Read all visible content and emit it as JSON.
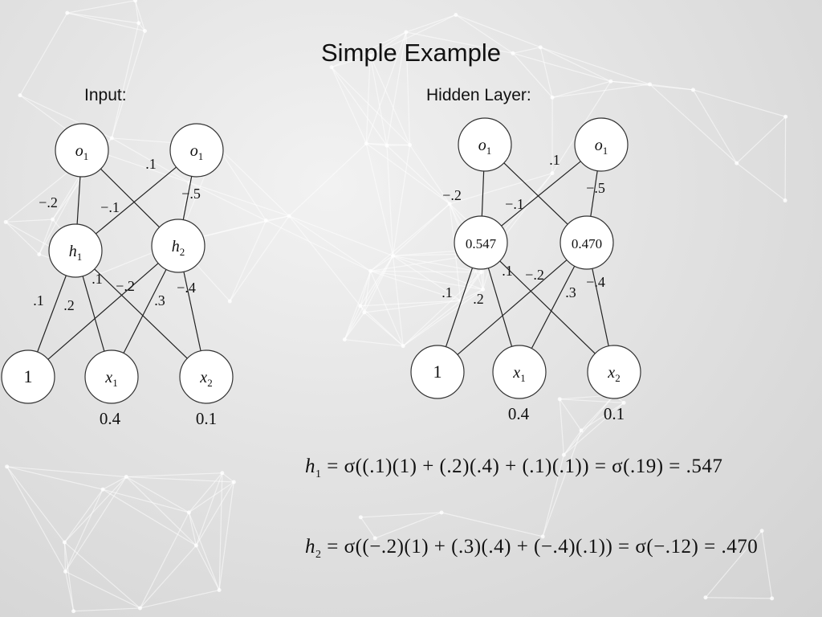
{
  "title": "Simple Example",
  "labels": {
    "input": "Input:",
    "hidden": "Hidden Layer:"
  },
  "left_network": {
    "outputs": [
      {
        "var": "o",
        "sub": "1"
      },
      {
        "var": "o",
        "sub": "1"
      }
    ],
    "hidden": [
      {
        "var": "h",
        "sub": "1"
      },
      {
        "var": "h",
        "sub": "2"
      }
    ],
    "inputs": [
      {
        "text": "1"
      },
      {
        "var": "x",
        "sub": "1"
      },
      {
        "var": "x",
        "sub": "2"
      }
    ],
    "input_values": [
      "0.4",
      "0.1"
    ],
    "weights": {
      "o1_h1": "−.2",
      "o1_h2": "−.1",
      "o2_h1": ".1",
      "o2_h2": "−.5",
      "h1_b": ".1",
      "h1_x1": ".2",
      "h1_x2": ".1",
      "h2_b": "−.2",
      "h2_x1": ".3",
      "h2_x2": "−.4"
    }
  },
  "right_network": {
    "outputs": [
      {
        "var": "o",
        "sub": "1"
      },
      {
        "var": "o",
        "sub": "1"
      }
    ],
    "hidden": [
      {
        "text": "0.547"
      },
      {
        "text": "0.470"
      }
    ],
    "inputs": [
      {
        "text": "1"
      },
      {
        "var": "x",
        "sub": "1"
      },
      {
        "var": "x",
        "sub": "2"
      }
    ],
    "input_values": [
      "0.4",
      "0.1"
    ],
    "weights": {
      "o1_h1": "−.2",
      "o1_h2": "−.1",
      "o2_h1": ".1",
      "o2_h2": "−.5",
      "h1_b": ".1",
      "h1_x1": ".2",
      "h1_x2": ".1",
      "h2_b": "−.2",
      "h2_x1": ".3",
      "h2_x2": "−.4"
    }
  },
  "equations": {
    "h1": {
      "lhs_var": "h",
      "lhs_sub": "1",
      "rhs": " = σ((.1)(1) + (.2)(.4) + (.1)(.1)) = σ(.19) = .547"
    },
    "h2": {
      "lhs_var": "h",
      "lhs_sub": "2",
      "rhs": " = σ((−.2)(1) + (.3)(.4) + (−.4)(.1)) = σ(−.12) = .470"
    }
  }
}
